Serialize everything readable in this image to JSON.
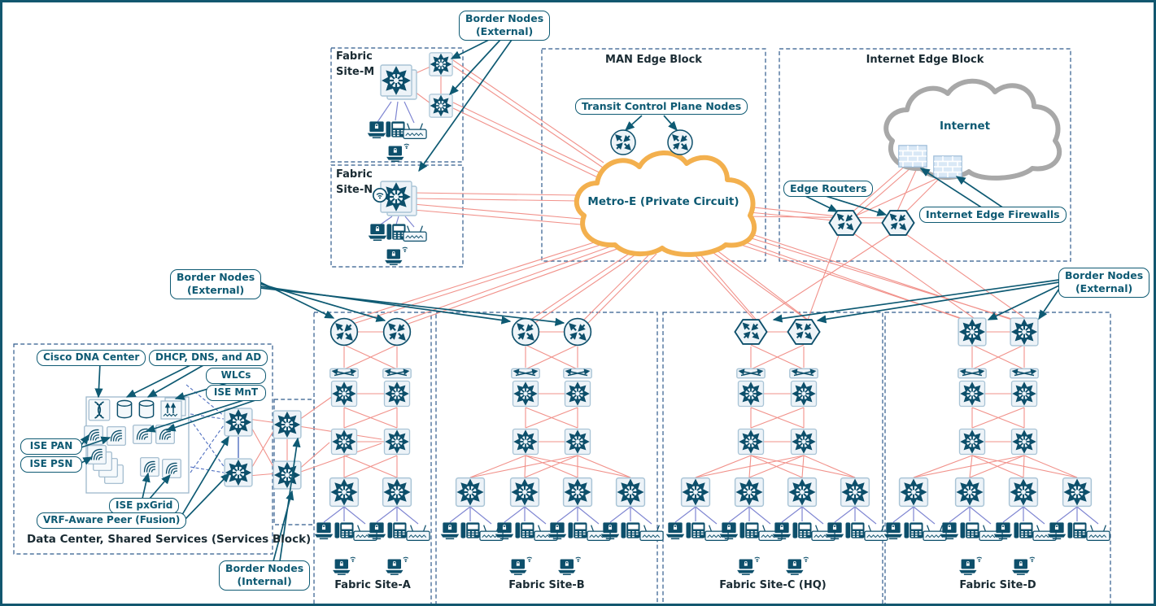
{
  "callouts": {
    "border_nodes_external": {
      "line1": "Border Nodes",
      "line2": "(External)"
    },
    "border_nodes_internal": {
      "line1": "Border Nodes",
      "line2": "(Internal)"
    },
    "transit_control_plane_nodes": "Transit Control Plane Nodes",
    "edge_routers": "Edge Routers",
    "internet_edge_firewalls": "Internet Edge Firewalls",
    "cisco_dna_center": "Cisco DNA Center",
    "dhcp_dns_ad": "DHCP, DNS, and AD",
    "wlcs": "WLCs",
    "ise_mnt": "ISE MnT",
    "ise_pan": "ISE PAN",
    "ise_psn": "ISE PSN",
    "ise_pxgrid": "ISE pxGrid",
    "vrf_aware_peer_fusion": "VRF-Aware Peer (Fusion)"
  },
  "blocks": {
    "fabric_site_m": {
      "line1": "Fabric",
      "line2": "Site-M"
    },
    "fabric_site_n": {
      "line1": "Fabric",
      "line2": "Site-N"
    },
    "man_edge_block": "MAN Edge Block",
    "internet_edge_block": "Internet Edge Block",
    "data_center_shared_services": "Data Center, Shared Services (Services Block)",
    "fabric_site_a": "Fabric Site-A",
    "fabric_site_b": "Fabric Site-B",
    "fabric_site_c_hq": "Fabric Site-C (HQ)",
    "fabric_site_d": "Fabric Site-D"
  },
  "clouds": {
    "metro_e": "Metro-E (Private Circuit)",
    "internet": "Internet"
  },
  "colors": {
    "teal": "#0e5a73",
    "icon_dark": "#0d4f6b",
    "link_red": "#f1918a",
    "link_blue": "#7f86d2",
    "dash_box_blue": "#2f5a8c",
    "cloud_orange": "#f3b04e",
    "cloud_gray": "#a8a8a8"
  }
}
